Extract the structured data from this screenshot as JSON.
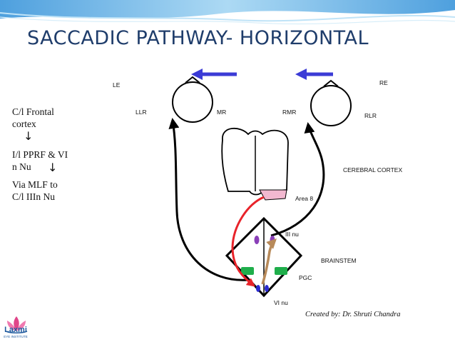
{
  "slide": {
    "title": "SACCADIC PATHWAY- HORIZONTAL",
    "accent_color": "#1f3d6b"
  },
  "sidebar": {
    "lines": [
      "C/l Frontal",
      "cortex",
      "I/l PPRF & VI",
      "n Nu",
      "Via MLF to",
      "C/l IIIn Nu"
    ],
    "arrow_glyph": "↓"
  },
  "diagram": {
    "labels": {
      "le": "LE",
      "re": "RE",
      "llr": "LLR",
      "lmr": "MR",
      "rmr": "RMR",
      "rlr": "RLR",
      "cerebral_cortex": "CEREBRAL CORTEX",
      "area8": "Area 8",
      "iii_nu": "III nu",
      "brainstem": "BRAINSTEM",
      "pgc": "PGC",
      "vi_nu": "VI nu"
    },
    "colors": {
      "gaze_arrow": "#3b3bd6",
      "red_pathway": "#e8232a",
      "brown_pathway": "#b88a5a",
      "nucleus_green": "#1fae4b",
      "nucleus_purple": "#8a3fb8",
      "nucleus_blue": "#2b2bd0",
      "area8_fill": "#f2b8d0"
    },
    "credit": "Created by: Dr. Shruti Chandra"
  },
  "logo": {
    "name": "Laxmi",
    "subtitle": "EYE INSTITUTE"
  }
}
